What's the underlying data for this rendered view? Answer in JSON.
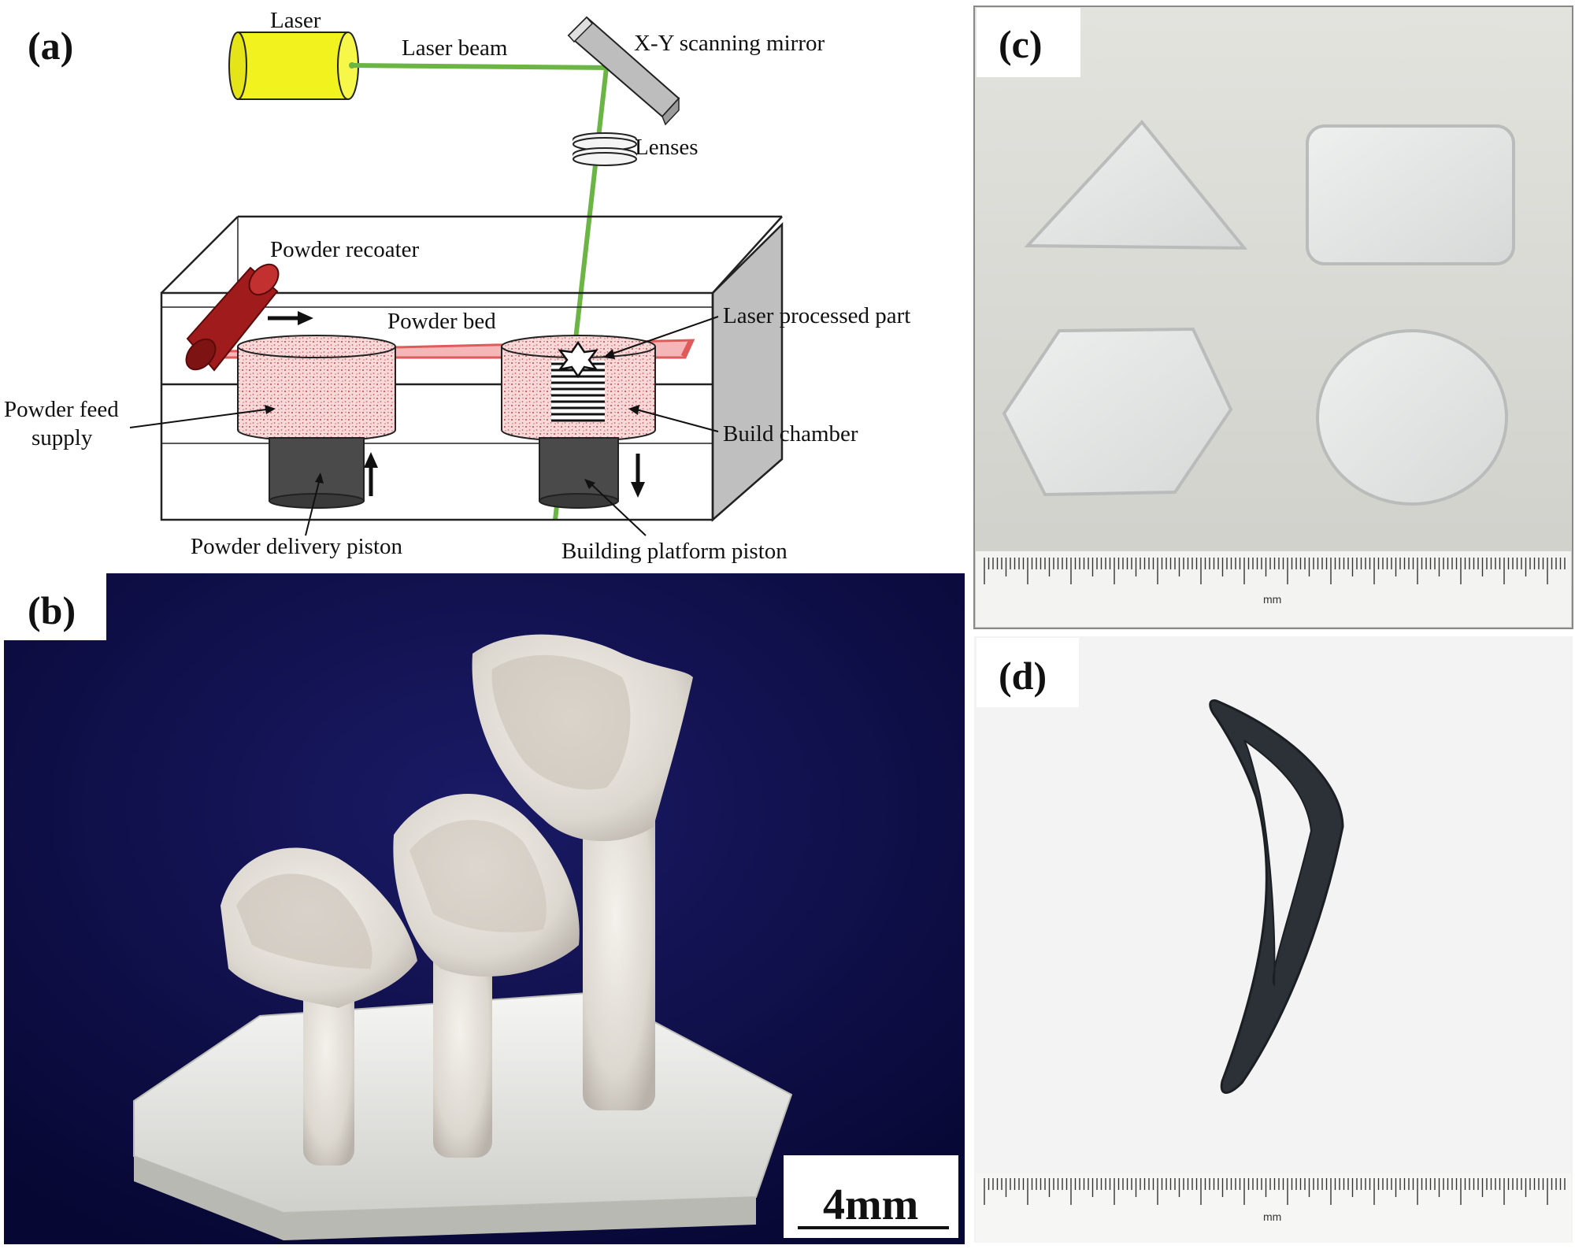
{
  "panels": {
    "a": {
      "tag": "(a)"
    },
    "b": {
      "tag": "(b)",
      "scale_label": "4mm"
    },
    "c": {
      "tag": "(c)",
      "ruler_unit": "mm"
    },
    "d": {
      "tag": "(d)",
      "ruler_unit": "mm"
    }
  },
  "diagram": {
    "labels": {
      "laser": "Laser",
      "laser_beam": "Laser beam",
      "scanning_mirror": "X-Y scanning mirror",
      "lenses": "Lenses",
      "powder_recoater": "Powder recoater",
      "powder_bed": "Powder bed",
      "laser_processed_part": "Laser processed part",
      "powder_feed_1": "Powder feed",
      "powder_feed_2": "supply",
      "build_chamber": "Build chamber",
      "powder_delivery_piston": "Powder delivery piston",
      "building_platform_piston": "Building platform piston"
    }
  },
  "colors": {
    "laser_body": "#f2f21e",
    "laser_beam": "#6ab543",
    "recoater": "#a01b1b",
    "powder_red": "#e05a5a",
    "piston": "#4a4a4a",
    "panel_b_bg": "#0b0b46",
    "panel_c_bg": "#dcdcd6",
    "panel_d_bg": "#f2f2f2",
    "part_dark": "#2b3137"
  }
}
